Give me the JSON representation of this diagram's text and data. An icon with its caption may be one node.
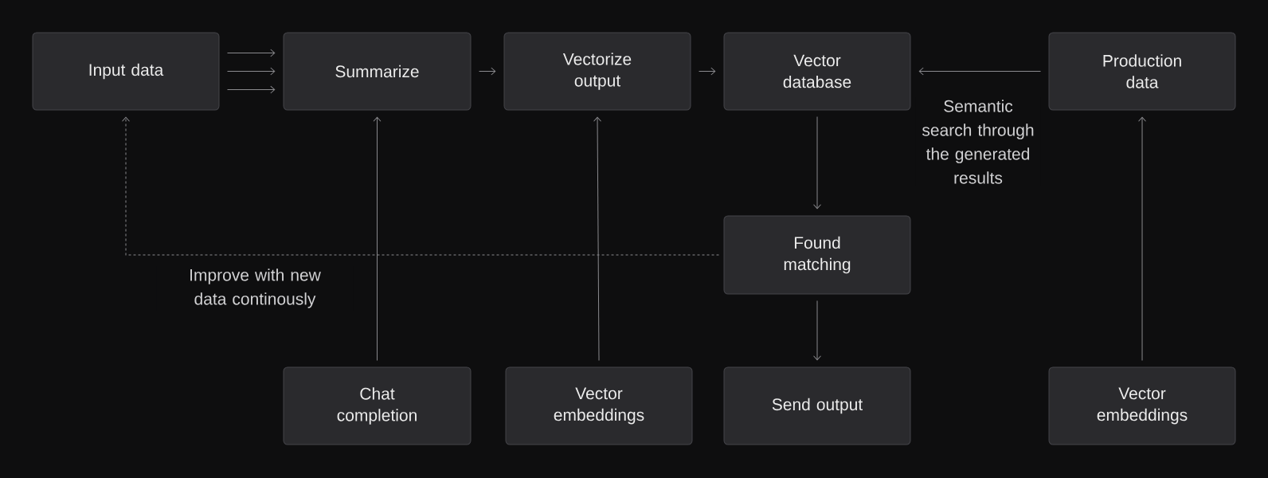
{
  "diagram": {
    "nodes": [
      {
        "text": [
          "Input data"
        ]
      },
      {
        "text": [
          "Summarize"
        ]
      },
      {
        "text": [
          "Vectorize output"
        ]
      },
      {
        "text": [
          "Vector database"
        ]
      },
      {
        "text": [
          "Production data"
        ]
      },
      {
        "text": [
          "Found matching"
        ]
      },
      {
        "text": [
          "Chat completion"
        ]
      },
      {
        "text": [
          "Vector embeddings"
        ]
      },
      {
        "text": [
          "Send output"
        ]
      },
      {
        "text": [
          "Vector embeddings"
        ]
      }
    ],
    "edges": [
      {
        "from": 0,
        "to": 1,
        "arrow": "to"
      },
      {
        "from": 0,
        "to": 1,
        "arrow": "to"
      },
      {
        "from": 0,
        "to": 1,
        "arrow": "to"
      },
      {
        "from": 1,
        "to": 2,
        "arrow": "to"
      },
      {
        "from": 2,
        "to": 3,
        "arrow": "to"
      },
      {
        "from": 4,
        "to": 3,
        "arrow": "to",
        "label": "Semantic search through the generated results"
      },
      {
        "from": 3,
        "to": 5,
        "arrow": "to"
      },
      {
        "from": 5,
        "to": 8,
        "arrow": "to"
      },
      {
        "from": 5,
        "to": 0,
        "arrow": "to",
        "style": "dashed",
        "label": "Improve with new data continously"
      },
      {
        "from": 6,
        "to": 1,
        "arrow": "to"
      },
      {
        "from": 7,
        "to": 2,
        "arrow": "to"
      },
      {
        "from": 9,
        "to": 4,
        "arrow": "to"
      }
    ]
  }
}
